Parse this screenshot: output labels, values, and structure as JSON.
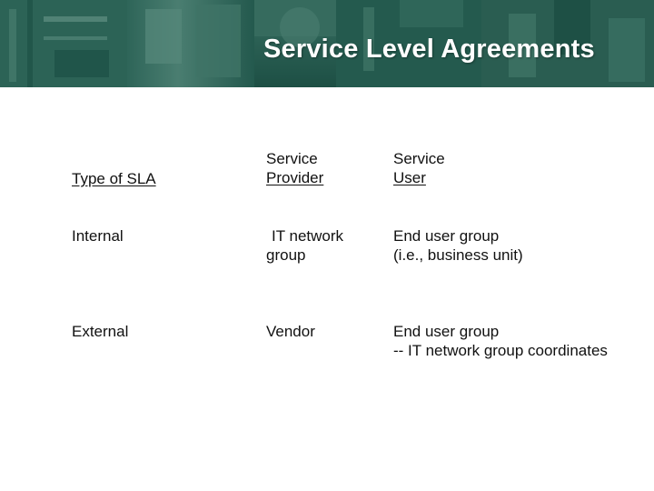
{
  "slide": {
    "title": "Service Level Agreements"
  },
  "table": {
    "headers": {
      "type": "Type of SLA",
      "provider_line1": "Service",
      "provider_line2": "Provider",
      "user_line1": "Service",
      "user_line2": "User"
    },
    "rows": [
      {
        "type": "Internal",
        "provider_line1": "IT network",
        "provider_line2": "group",
        "user_line1": "End user group",
        "user_line2": "(i.e., business unit)"
      },
      {
        "type": "External",
        "provider_line1": "Vendor",
        "user_line1": "End user group",
        "user_line2": "-- IT network group coordinates"
      }
    ]
  },
  "colors": {
    "header_bg": "#2f5f56",
    "title_text": "#ffffff"
  }
}
